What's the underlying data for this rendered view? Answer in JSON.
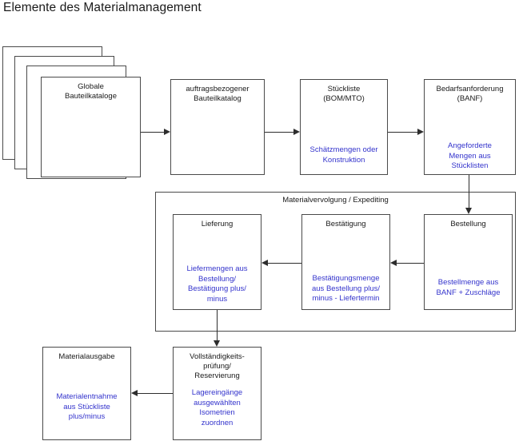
{
  "page": {
    "title": "Elemente des Materialmanagement",
    "accent_blue": "#3333CC",
    "line_color": "#2D2D2D",
    "box_border": "#4A4A4A",
    "background": "#FFFFFF"
  },
  "nodes": {
    "globale_bauteilkataloge": {
      "header": "Globale\nBauteilkataloge",
      "header_line1": "Globale",
      "header_line2": "Bauteilkataloge",
      "body": "",
      "stacked": true,
      "stack_count": 4
    },
    "auftragsbezogener_bauteilkatalog": {
      "header_line1": "auftragsbezogener",
      "header_line2": "Bauteilkatalog",
      "body": ""
    },
    "stueckliste": {
      "header_line1": "Stückliste",
      "header_line2": "(BOM/MTO)",
      "body_line1": "Schätzmengen oder",
      "body_line2": "Konstruktion"
    },
    "bedarfsanforderung": {
      "header_line1": "Bedarfsanforderung",
      "header_line2": "(BANF)",
      "body_line1": "Angeforderte",
      "body_line2": "Mengen aus",
      "body_line3": "Stücklisten"
    },
    "lieferung": {
      "header_line1": "Lieferung",
      "body_line1": "Liefermengen aus",
      "body_line2": "Bestellung/",
      "body_line3": "Bestätigung plus/",
      "body_line4": "minus"
    },
    "bestaetigung": {
      "header_line1": "Bestätigung",
      "body_line1": "Bestätigungsmenge",
      "body_line2": "aus Bestellung plus/",
      "body_line3": "minus - Liefertermin"
    },
    "bestellung": {
      "header_line1": "Bestellung",
      "body_line1": "Bestellmenge aus",
      "body_line2": "BANF + Zuschläge"
    },
    "vollstaendigkeitspruefung": {
      "header_line1": "Vollständigkeits-",
      "header_line2": "prüfung/",
      "header_line3": "Reservierung",
      "body_line1": "Lagereingänge",
      "body_line2": "ausgewählten",
      "body_line3": "Isometrien",
      "body_line4": "zuordnen"
    },
    "materialausgabe": {
      "header_line1": "Materialausgabe",
      "body_line1": "Materialentnahme",
      "body_line2": "aus Stückliste",
      "body_line3": "plus/minus"
    }
  },
  "groups": {
    "expediting": {
      "label": "Materialvervolgung / Expediting"
    }
  },
  "edges": [
    {
      "name": "globale-to-auftragsbezogener",
      "from": "globale_bauteilkataloge",
      "to": "auftragsbezogener_bauteilkatalog",
      "direction": "right"
    },
    {
      "name": "auftragsbezogener-to-stueckliste",
      "from": "auftragsbezogener_bauteilkatalog",
      "to": "stueckliste",
      "direction": "right"
    },
    {
      "name": "stueckliste-to-bedarfsanforderung",
      "from": "stueckliste",
      "to": "bedarfsanforderung",
      "direction": "right"
    },
    {
      "name": "bedarfsanforderung-to-bestellung",
      "from": "bedarfsanforderung",
      "to": "bestellung",
      "direction": "down"
    },
    {
      "name": "bestellung-to-bestaetigung",
      "from": "bestellung",
      "to": "bestaetigung",
      "direction": "left"
    },
    {
      "name": "bestaetigung-to-lieferung",
      "from": "bestaetigung",
      "to": "lieferung",
      "direction": "left"
    },
    {
      "name": "lieferung-to-vollstaendigkeitspruefung",
      "from": "lieferung",
      "to": "vollstaendigkeitspruefung",
      "direction": "down"
    },
    {
      "name": "vollstaendigkeitspruefung-to-materialausgabe",
      "from": "vollstaendigkeitspruefung",
      "to": "materialausgabe",
      "direction": "left"
    }
  ]
}
